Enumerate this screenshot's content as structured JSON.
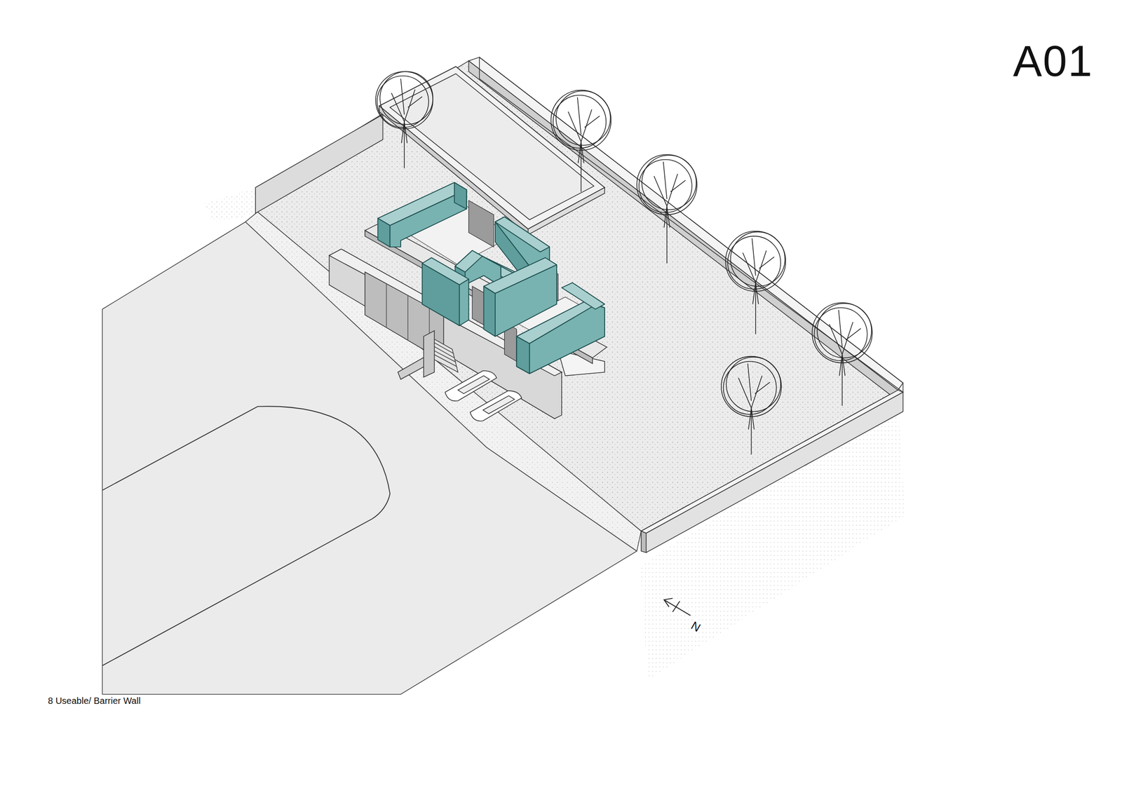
{
  "diagram": {
    "title": "A01",
    "caption": "8 Useable/ Barrier Wall",
    "labels": [
      "N"
    ]
  }
}
